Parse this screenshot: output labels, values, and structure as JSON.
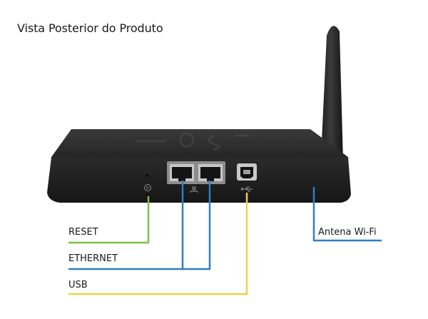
{
  "title": "Vista Posterior do Produto",
  "callouts": {
    "reset": "RESET",
    "ethernet": "ETHERNET",
    "usb": "USB",
    "antenna": "Antena Wi-Fi"
  },
  "colors": {
    "reset_line": "#7dc242",
    "ethernet_line": "#2f7fc1",
    "usb_line": "#f2cf4a",
    "antenna_line": "#2f7fc1",
    "device_body": "#2a2a2a"
  },
  "icons": [
    "reset-icon",
    "network-icon",
    "usb-icon"
  ]
}
